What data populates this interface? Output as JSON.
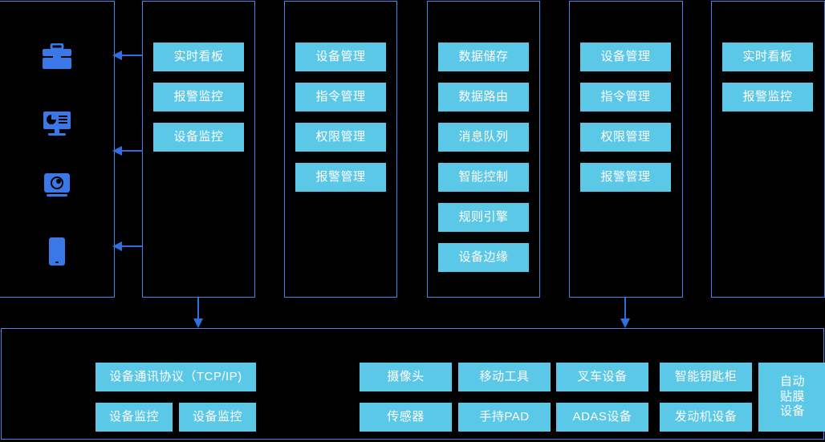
{
  "palette": {
    "background": "#000000",
    "frame_border": "#4a86e8",
    "chip_fill": "#5bc8e8",
    "chip_text": "#ffffff",
    "icon_fill": "#3b78e7",
    "arrow": "#2f6fe0"
  },
  "columns": [
    {
      "name": "device-icons-column",
      "chips": [],
      "icons": [
        {
          "name": "briefcase-icon",
          "label": "briefcase"
        },
        {
          "name": "monitor-dashboard-icon",
          "label": "monitor-dashboard"
        },
        {
          "name": "camera-icon",
          "label": "camera"
        },
        {
          "name": "mobile-phone-icon",
          "label": "mobile-phone"
        }
      ]
    },
    {
      "name": "monitoring-column",
      "chips": [
        "实时看板",
        "报警监控",
        "设备监控"
      ]
    },
    {
      "name": "management-column",
      "chips": [
        "设备管理",
        "指令管理",
        "权限管理",
        "报警管理"
      ]
    },
    {
      "name": "platform-column",
      "chips": [
        "数据储存",
        "数据路由",
        "消息队列",
        "智能控制",
        "规则引擎",
        "设备边缘"
      ]
    },
    {
      "name": "management-column-2",
      "chips": [
        "设备管理",
        "指令管理",
        "权限管理",
        "报警管理"
      ]
    },
    {
      "name": "dashboard-column",
      "chips": [
        "实时看板",
        "报警监控"
      ]
    }
  ],
  "bottom_panel": {
    "name": "device-layer-panel",
    "left_group": {
      "protocol": "设备通讯协议（TCP/IP)",
      "row": [
        "设备监控",
        "设备监控"
      ]
    },
    "right_group": {
      "row_top": [
        "摄像头",
        "移动工具",
        "叉车设备",
        "智能钥匙柜"
      ],
      "row_bottom": [
        "传感器",
        "手持PAD",
        "ADAS设备",
        "发动机设备"
      ],
      "tall": "自动\n贴膜\n设备"
    }
  },
  "arrows": {
    "left_arrows": [
      "arrow-left-1",
      "arrow-left-2",
      "arrow-left-3"
    ],
    "down_arrows": [
      "arrow-down-1",
      "arrow-down-2"
    ]
  }
}
